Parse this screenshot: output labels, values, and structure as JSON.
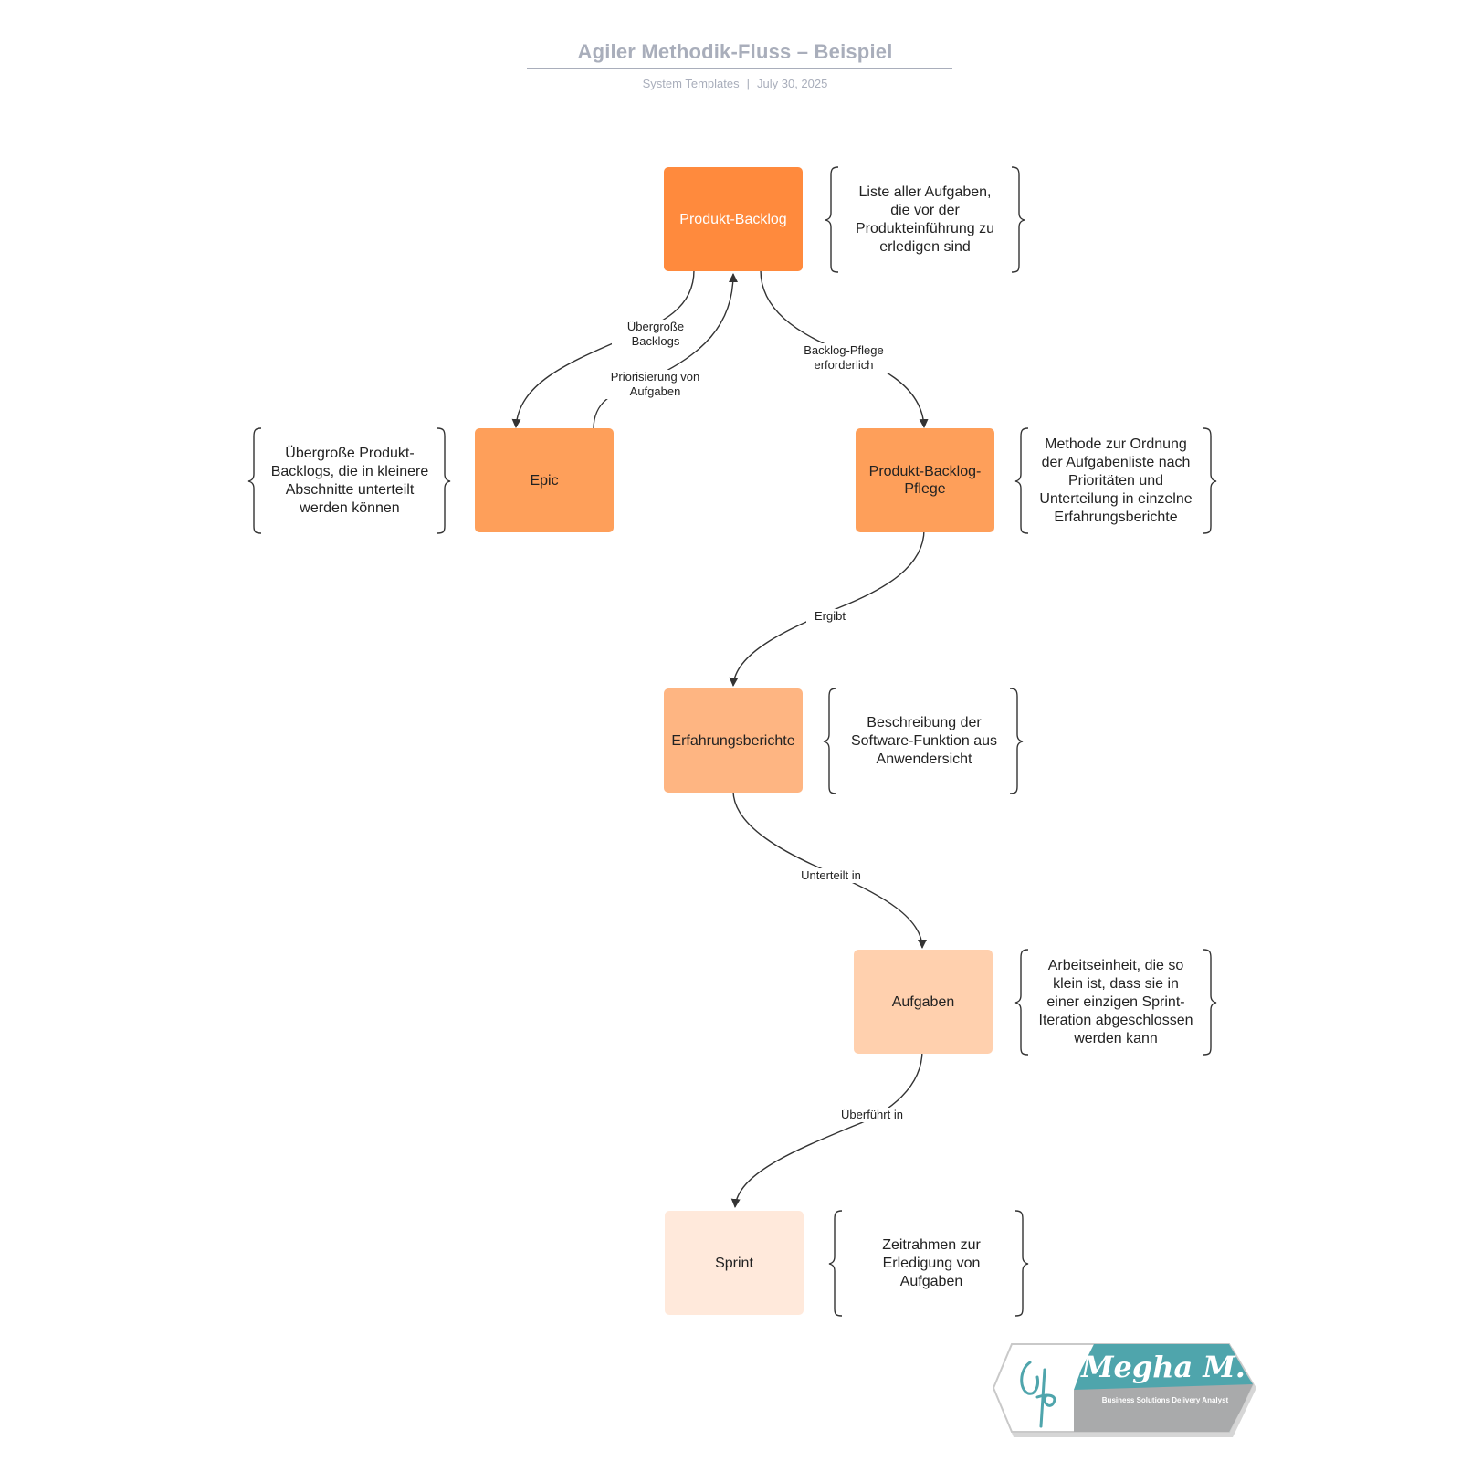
{
  "header": {
    "title": "Agiler Methodik-Fluss  – Beispiel",
    "source": "System Templates",
    "date": "July 30, 2025"
  },
  "nodes": {
    "backlog": "Produkt-Backlog",
    "epic": "Epic",
    "grooming": "Produkt-Backlog-Pflege",
    "stories": "Erfahrungsberichte",
    "tasks": "Aufgaben",
    "sprint": "Sprint"
  },
  "notes": {
    "backlog": "Liste aller Aufgaben, die vor der Produkteinführung zu erledigen sind",
    "epic": "Übergroße Produkt-Backlogs, die in kleinere Abschnitte unterteilt werden können",
    "grooming": "Methode zur Ordnung der Aufgabenliste nach Prioritäten und Unterteilung in einzelne Erfahrungsberichte",
    "stories": "Beschreibung der Software-Funktion aus Anwendersicht",
    "tasks": "Arbeitseinheit, die so klein ist, dass sie in einer einzigen Sprint-Iteration abgeschlossen werden kann",
    "sprint": "Zeitrahmen zur Erledigung von Aufgaben"
  },
  "edges": {
    "backlog_to_epic": "Übergroße Backlogs",
    "epic_to_backlog": "Priorisierung von Aufgaben",
    "backlog_to_grooming": "Backlog-Pflege erforderlich",
    "grooming_to_stories": "Ergibt",
    "stories_to_tasks": "Unterteilt in",
    "tasks_to_sprint": "Überführt in"
  },
  "colors": {
    "backlog": "#ff8a3d",
    "epic": "#fe9f5a",
    "grooming": "#fe9f5a",
    "stories": "#feb582",
    "tasks": "#ffd0ae",
    "sprint": "#ffe9db",
    "logo_teal": "#4fa5ac",
    "logo_gray": "#a9aaab"
  },
  "logo": {
    "name": "Megha M.",
    "role": "Business Solutions Delivery Analyst"
  }
}
